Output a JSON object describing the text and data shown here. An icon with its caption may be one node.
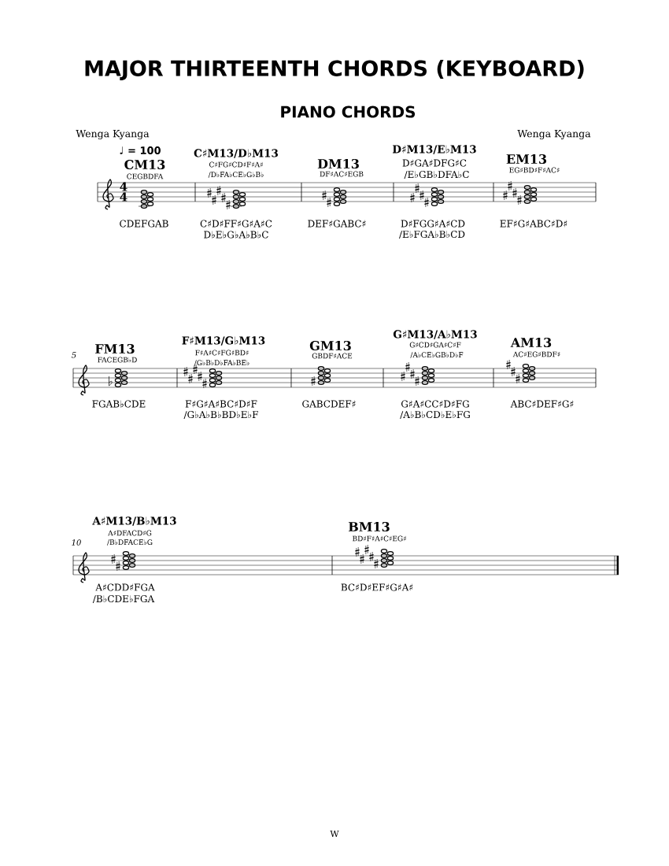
{
  "diagram": {
    "title": "MAJOR THIRTEENTH CHORDS (KEYBOARD)",
    "labels": [
      "PIANO CHORDS",
      "Wenga Kyanga",
      "Wenga Kyanga",
      "♩ = 100",
      "4",
      "4",
      "CM13",
      "CEGBDFA",
      "CDEFGAB",
      "C♯M13/D♭M13",
      "C♯FG♯CD♯F♯A♯",
      "/D♭FA♭CE♭G♭B♭",
      "C♯D♯FF♯G♯A♯C",
      "D♭E♭G♭A♭B♭C",
      "DM13",
      "DF♯AC♯EGB",
      "DEF♯GABC♯",
      "D♯M13/E♭M13",
      "D♯GA♯DFG♯C",
      "/E♭GB♭DFA♭C",
      "D♯FGG♯A♯CD",
      "/E♭FGA♭B♭CD",
      "EM13",
      "EG♯BD♯F♯AC♯",
      "EF♯G♯ABC♯D♯",
      "5",
      "FM13",
      "FACEGB♭D",
      "FGAB♭CDE",
      "F♯M13/G♭M13",
      "F♯A♯C♯FG♯BD♯",
      "/G♭B♭D♭FA♭BE♭",
      "F♯G♯A♯BC♯D♯F",
      "/G♭A♭B♭BD♭E♭F",
      "GM13",
      "GBDF♯ACE",
      "GABCDEF♯",
      "G♯M13/A♭M13",
      "G♯CD♯GA♯C♯F",
      "/A♭CE♭GB♭D♭F",
      "G♯A♯CC♯D♯FG",
      "/A♭B♭CD♭E♭FG",
      "AM13",
      "AC♯EG♯BDF♯",
      "ABC♯DEF♯G♯",
      "A♯M13/B♭M13",
      "A♯DFACD♯G",
      "/B♭DFACE♭G",
      "10",
      "A♯CDD♯FGA",
      "/B♭CDE♭FGA",
      "BM13",
      "BD♯F♯A♯C♯EG♯",
      "BC♯D♯EF♯G♯A♯",
      "W"
    ]
  }
}
